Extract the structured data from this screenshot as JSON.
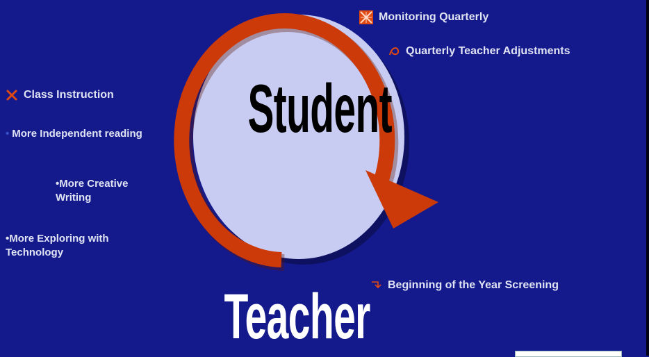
{
  "diagram": {
    "center_word": "Student",
    "bottom_word": "Teacher",
    "colors": {
      "background": "#141a8c",
      "circle_fill": "#c8ccf2",
      "arrow_ring": "#cc3a0a",
      "text": "#dfe3f3"
    }
  },
  "labels": {
    "monitoring": "Monitoring Quarterly",
    "adjustments": "Quarterly Teacher Adjustments",
    "class_instruction": "Class Instruction",
    "independent_reading": "More Independent reading",
    "creative_writing": "•More Creative Writing",
    "exploring_tech": "•More Exploring with Technology",
    "screening": "Beginning of the Year Screening"
  },
  "bullet_marker": "•",
  "icons": {
    "monitoring": "checkered-square-icon",
    "adjustments": "swirl-icon",
    "class_instruction": "cross-icon",
    "screening": "arrow-icon"
  }
}
